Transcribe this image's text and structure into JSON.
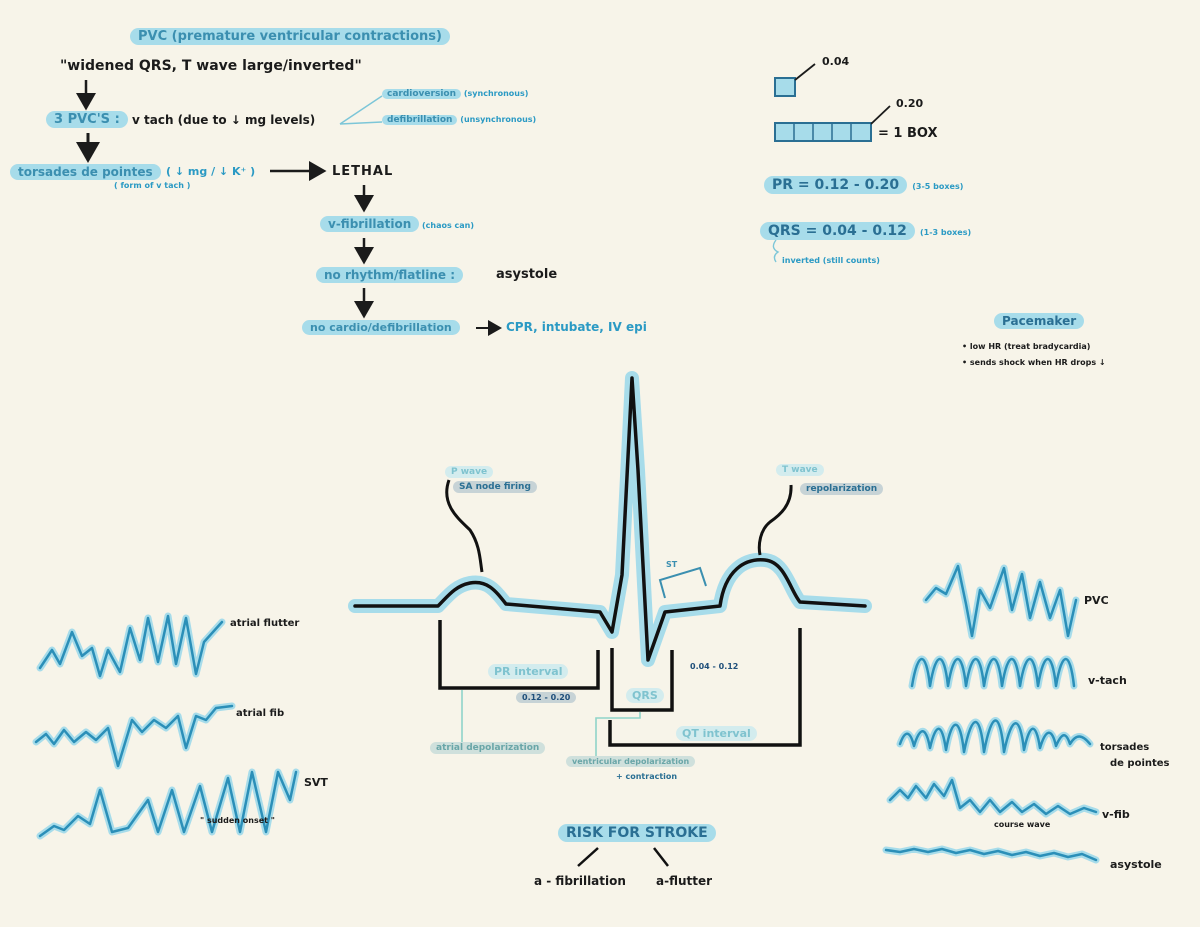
{
  "pvc": {
    "title": "PVC (premature ventricular contractions)",
    "quote": "\"widened QRS, T wave large/inverted\"",
    "three_pvcs": "3 PVC'S :",
    "vtach_text": "v tach (due to ↓ mg levels)",
    "cardioversion": "cardioversion",
    "cardioversion_note": "(synchronous)",
    "defibrillation": "defibrillation",
    "defibrillation_note": "(unsynchronous)",
    "torsades": "torsades de pointes",
    "torsades_cond": "( ↓ mg / ↓ K⁺ )",
    "torsades_note": "( form of v tach )",
    "lethal": "LETHAL",
    "vfib": "v-fibrillation",
    "vfib_note": "(chaos can)",
    "no_rhythm": "no rhythm/flatline :",
    "asystole": "asystole",
    "no_cardio": "no cardio/defibrillation",
    "cpr": "CPR, intubate, IV epi"
  },
  "boxes": {
    "small_label": "0.04",
    "large_label": "0.20",
    "equals": "= 1 BOX",
    "pr_label": "PR = 0.12 - 0.20",
    "pr_note": "(3-5 boxes)",
    "qrs_label": "QRS = 0.04 - 0.12",
    "qrs_note": "(1-3 boxes)",
    "inverted_note": "inverted (still counts)"
  },
  "pacemaker": {
    "title": "Pacemaker",
    "items": [
      "• low HR (treat bradycardia)",
      "• sends shock when HR drops ↓"
    ]
  },
  "ecg": {
    "p_wave": "P wave",
    "sa_node": "SA node firing",
    "t_wave": "T wave",
    "repolarization": "repolarization",
    "st": "ST",
    "pr_interval": "PR interval",
    "pr_value": "0.12 - 0.20",
    "qrs": "QRS",
    "qrs_value": "0.04 - 0.12",
    "qt_interval": "QT interval",
    "atrial_depol": "atrial depolarization",
    "vent_depol": "ventricular depolarization",
    "vent_contract": "+ contraction"
  },
  "stroke": {
    "title": "RISK FOR STROKE",
    "a_fib": "a - fibrillation",
    "a_flutter": "a-flutter"
  },
  "left_strips": {
    "atrial_flutter": "atrial flutter",
    "atrial_fib": "atrial fib",
    "svt": "SVT",
    "sudden_onset": "\" sudden onset \""
  },
  "right_strips": {
    "pvc": "PVC",
    "vtach": "v-tach",
    "torsades_line1": "torsades",
    "torsades_line2": "de pointes",
    "vfib": "v-fib",
    "vfib_note": "course wave",
    "asystole": "asystole"
  }
}
